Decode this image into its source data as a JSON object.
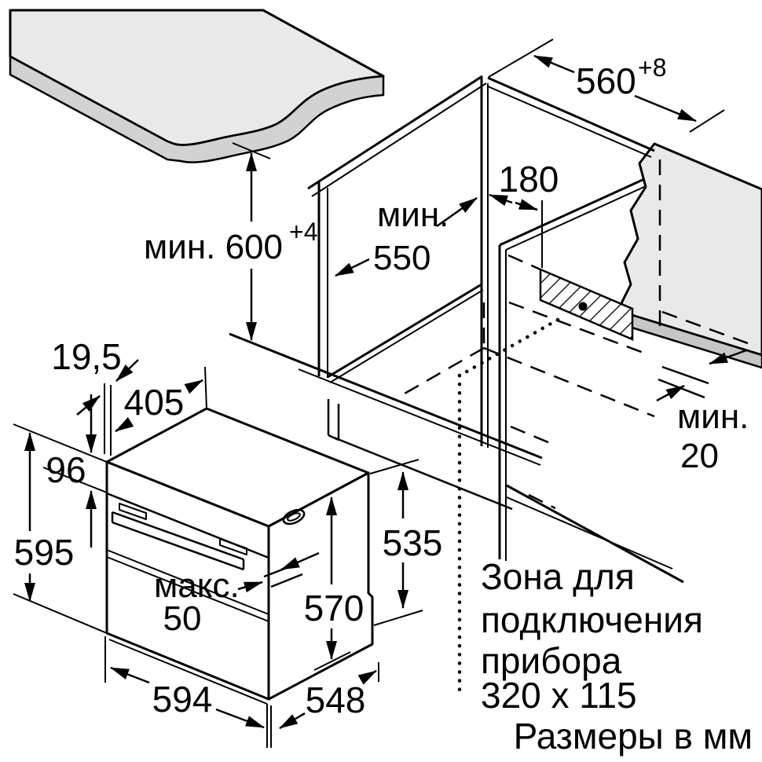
{
  "diagram": {
    "title_hint": "built-in oven installation drawing",
    "units_note": "Размеры в мм",
    "connection_zone": {
      "line1": "Зона для",
      "line2": "подключения",
      "line3": "прибора",
      "line4": "320 x 115"
    },
    "dimensions": {
      "niche_height": {
        "label": "мин. 600",
        "sup": "+4"
      },
      "niche_width": {
        "label": "560",
        "sup": "+8"
      },
      "niche_depth_line1": "мин.",
      "niche_depth_line2": "550",
      "zone_offset": "180",
      "front_frame": "19,5",
      "top_depth": "405",
      "panel_height": "96",
      "oven_height": "595",
      "handle_line1": "макс.",
      "handle_line2": "50",
      "body_height_front": "570",
      "body_height_rear": "535",
      "oven_width": "594",
      "oven_depth": "548",
      "rear_gap_line1": "мин.",
      "rear_gap_line2": "20"
    },
    "colors": {
      "line": "#000000",
      "worktop": "#e9e9e9",
      "worktop_edge": "#d2d2d2",
      "wall": "#e9e9e9",
      "shelf_edge": "#c6c6c6",
      "background": "#ffffff"
    }
  }
}
